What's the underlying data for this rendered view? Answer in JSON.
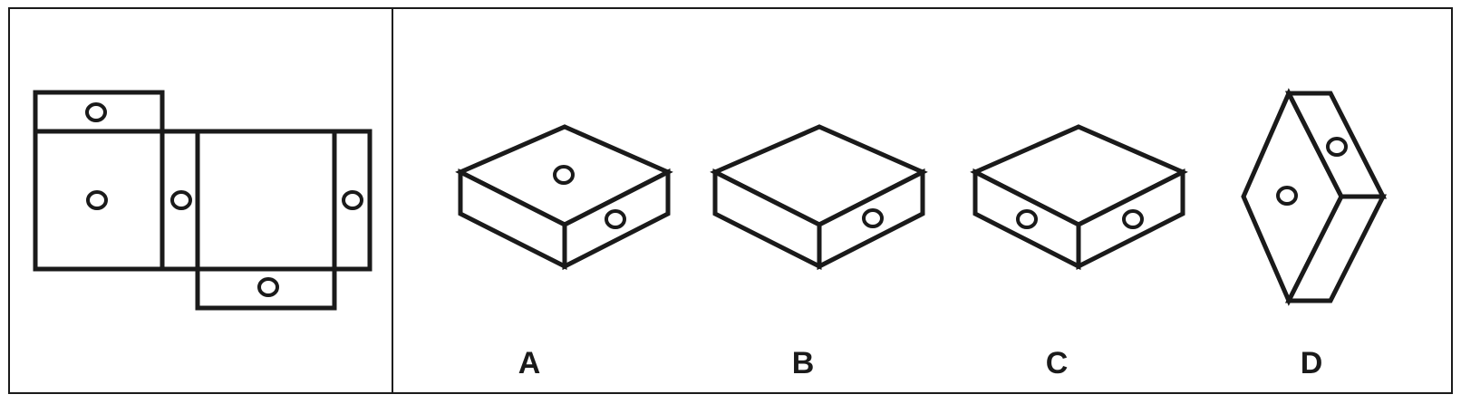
{
  "colors": {
    "stroke": "#1a1a1a",
    "background": "#ffffff"
  },
  "options": [
    {
      "label": "A"
    },
    {
      "label": "B"
    },
    {
      "label": "C"
    },
    {
      "label": "D"
    }
  ]
}
